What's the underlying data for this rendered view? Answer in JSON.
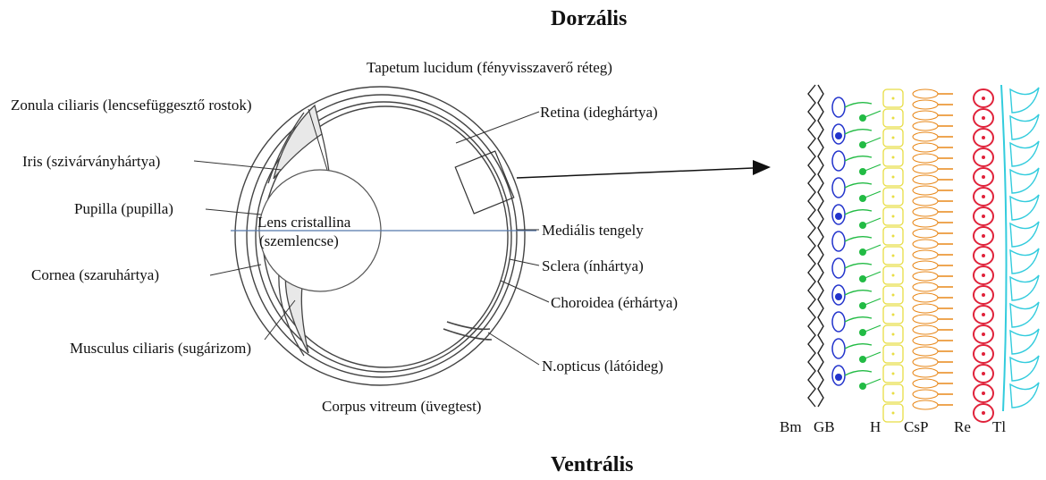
{
  "orientation": {
    "dorsal": "Dorzális",
    "ventral": "Ventrális"
  },
  "eye_labels": {
    "tapetum": "Tapetum lucidum (fényvisszaverő réteg)",
    "zonula": "Zonula ciliaris (lencsefüggesztő rostok)",
    "retina": "Retina (ideghártya)",
    "iris": "Iris (szivárványhártya)",
    "pupilla": "Pupilla (pupilla)",
    "lens_line1": "Lens cristallina",
    "lens_line2": "(szemlencse)",
    "medialis": "Mediális tengely",
    "cornea": "Cornea (szaruhártya)",
    "sclera": "Sclera (ínhártya)",
    "choroidea": "Choroidea (érhártya)",
    "musculus": "Musculus ciliaris (sugárizom)",
    "opticus": "N.opticus (látóideg)",
    "vitreum": "Corpus vitreum (üvegtest)"
  },
  "retina_layers": {
    "labels": [
      "Bm",
      "GB",
      "H",
      "CsP",
      "Re",
      "Tl"
    ],
    "colors": {
      "bm": "#222222",
      "gb_blue": "#2233cc",
      "gb_green": "#22bb44",
      "h_yellow": "#e8dd44",
      "csp_orange": "#e8881a",
      "re_red": "#e0223a",
      "tl_cyan": "#33ccdd"
    }
  }
}
